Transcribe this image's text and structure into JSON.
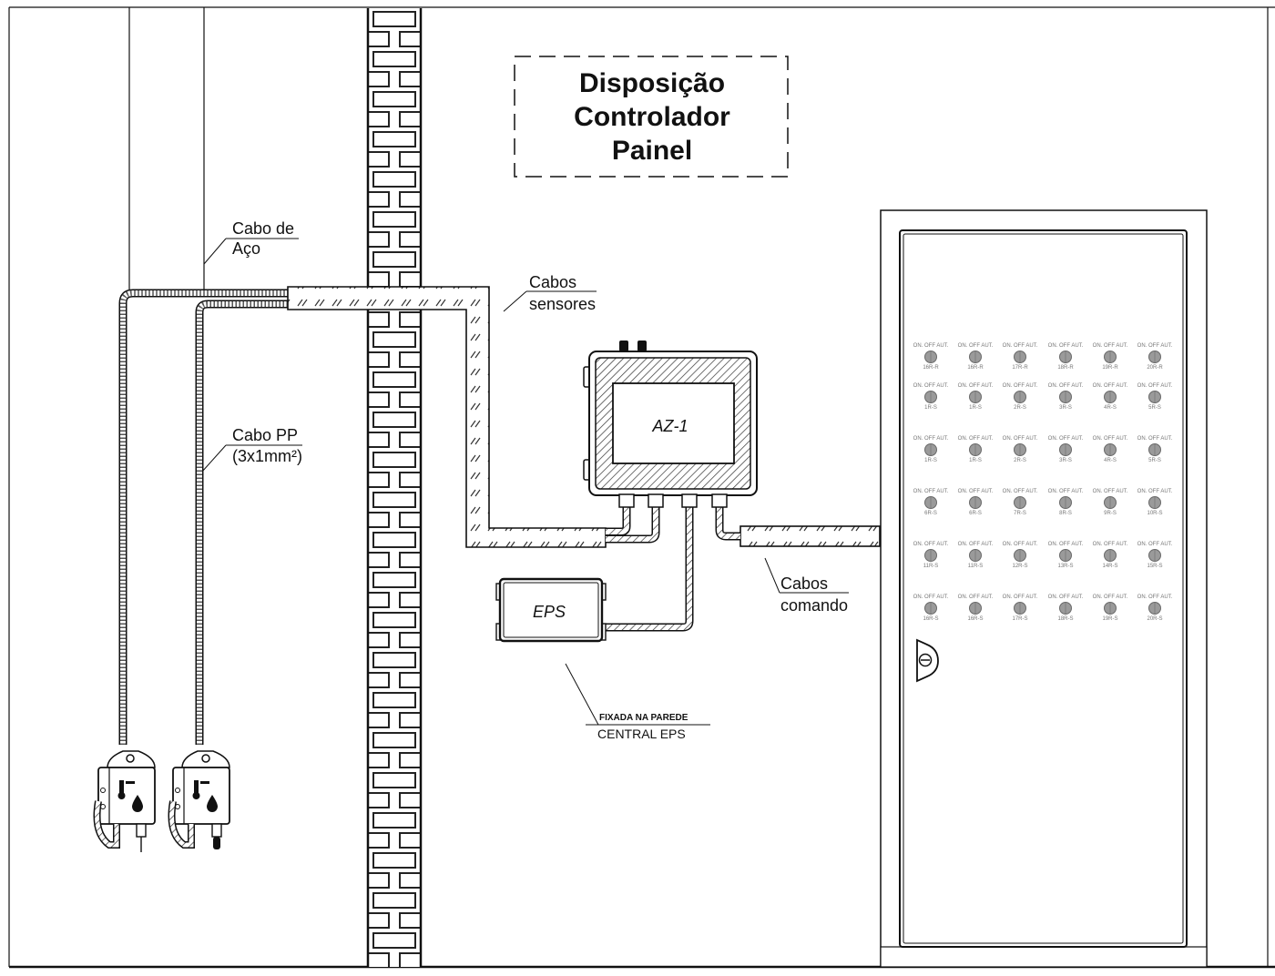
{
  "title": {
    "lines": [
      "Disposição",
      "Controlador",
      "Painel"
    ]
  },
  "labels": {
    "cabo_aco": [
      "Cabo de",
      "Aço"
    ],
    "cabo_pp": [
      "Cabo PP",
      "(3x1mm²)"
    ],
    "cabos_sensores": [
      "Cabos",
      "sensores"
    ],
    "cabos_comando": [
      "Cabos",
      "comando"
    ],
    "controller": "AZ-1",
    "eps": "EPS",
    "eps_note_small": "FIXADA NA PAREDE",
    "eps_note": "CENTRAL EPS"
  },
  "panel": {
    "switch_states": [
      "ON.",
      "OFF",
      "AUT."
    ],
    "rows": [
      [
        "16R-R",
        "16R-R",
        "17R-R",
        "18R-R",
        "19R-R",
        "20R-R"
      ],
      [
        "1R-S",
        "1R-S",
        "2R-S",
        "3R-S",
        "4R-S",
        "5R-S"
      ],
      [
        "1R-S",
        "1R-S",
        "2R-S",
        "3R-S",
        "4R-S",
        "5R-S"
      ],
      [
        "6R-S",
        "6R-S",
        "7R-S",
        "8R-S",
        "9R-S",
        "10R-S"
      ],
      [
        "11R-S",
        "11R-S",
        "12R-S",
        "13R-S",
        "14R-S",
        "15R-S"
      ],
      [
        "16R-S",
        "16R-S",
        "17R-S",
        "18R-S",
        "19R-S",
        "20R-S"
      ]
    ]
  }
}
